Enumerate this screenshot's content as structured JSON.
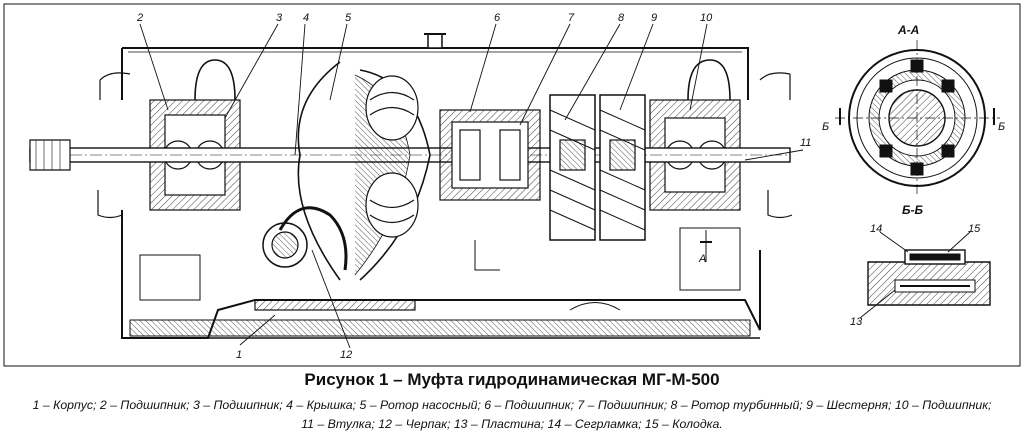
{
  "caption": {
    "title": "Рисунок 1 – Муфта гидродинамическая МГ-М-500",
    "legend_line1": "1 – Корпус; 2 – Подшипник; 3 – Подшипник; 4 – Крышка; 5 – Ротор насосный; 6 – Подшипник; 7 – Подшипник; 8 – Ротор турбинный; 9 – Шестерня; 10 – Подшипник;",
    "legend_line2": "11 – Втулка; 12 – Черпак; 13 – Пластина; 14 – Сегрламка; 15 – Колодка."
  },
  "callouts": [
    "1",
    "2",
    "3",
    "4",
    "5",
    "6",
    "7",
    "8",
    "9",
    "10",
    "11",
    "12",
    "13",
    "14",
    "15"
  ],
  "section_labels": {
    "aa": "А-А",
    "bb": "Б-Б",
    "b_left": "Б",
    "b_right": "Б",
    "a_marker": "А"
  }
}
